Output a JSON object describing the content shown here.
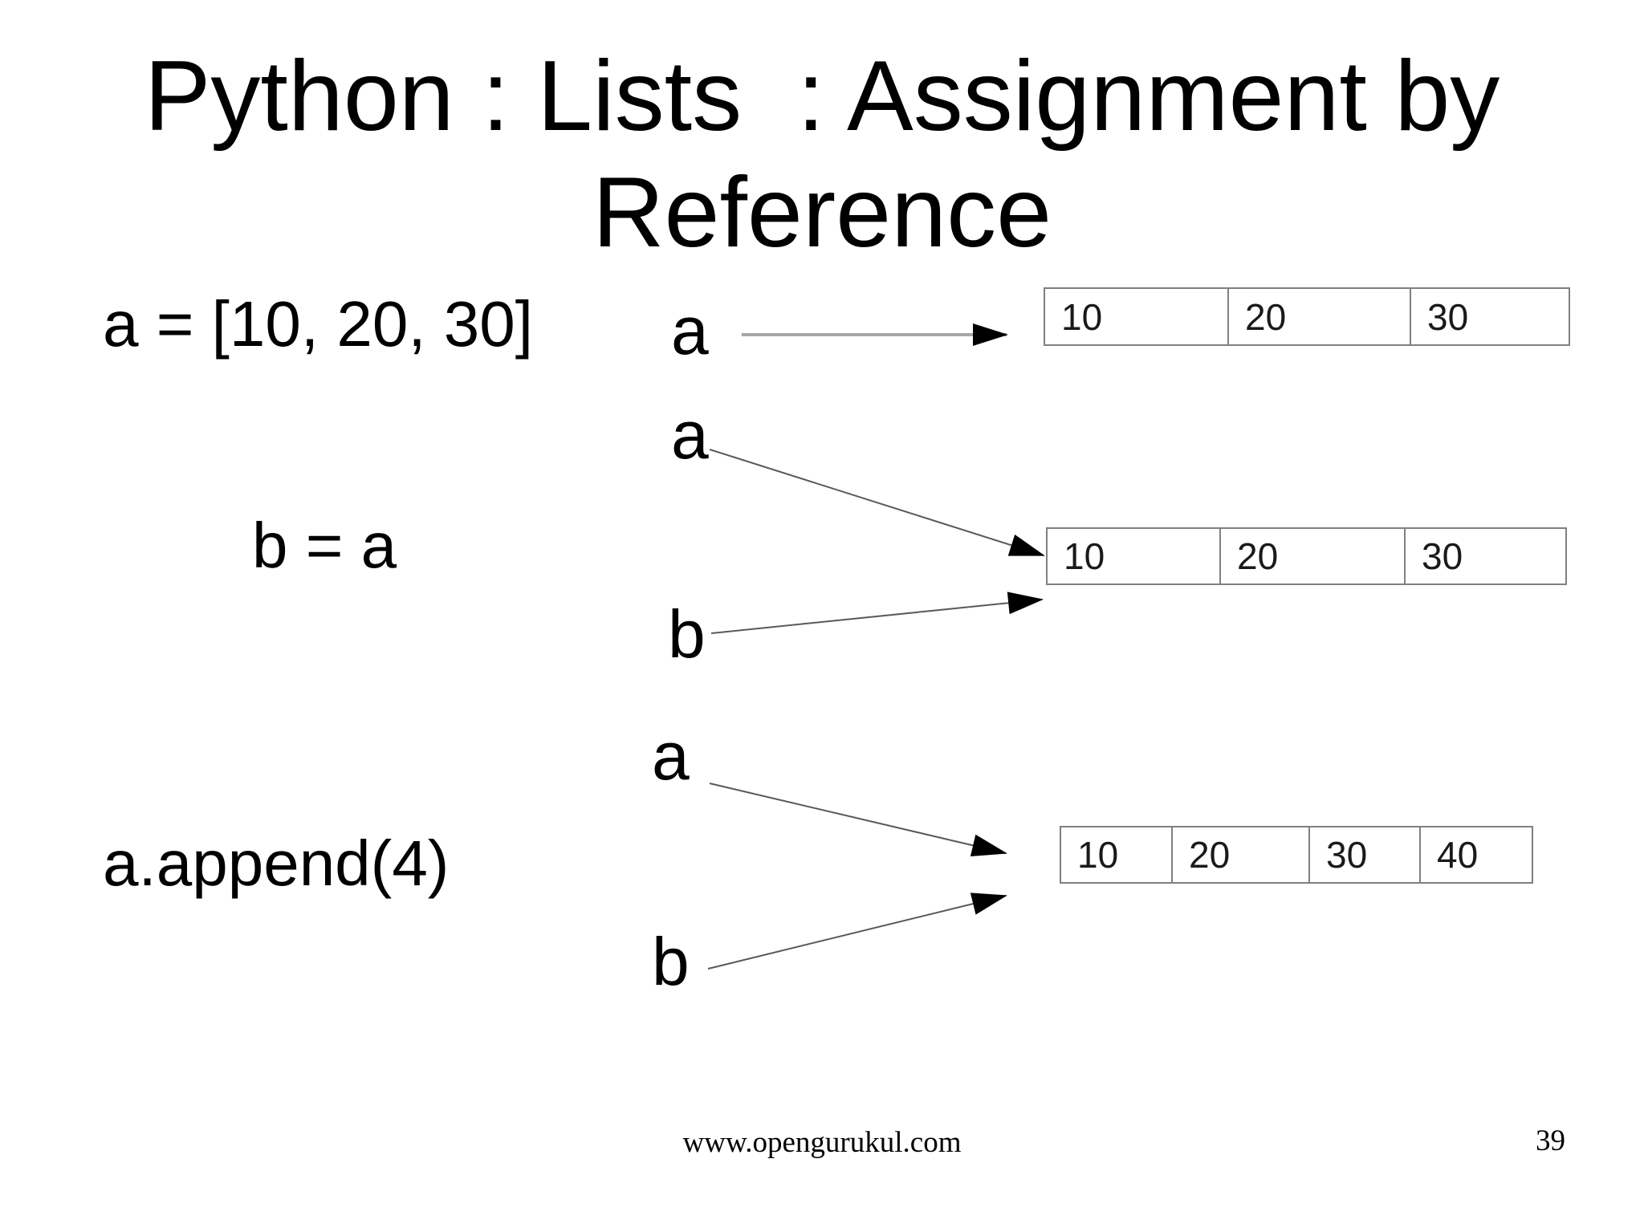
{
  "title": {
    "line1": "Python : Lists  : Assignment by",
    "line2": "Reference"
  },
  "code": {
    "assign": "a = [10, 20, 30]",
    "alias": "b = a",
    "append": "a.append(4)"
  },
  "labels": {
    "d1_a": "a",
    "d2_a": "a",
    "d2_b": "b",
    "d3_a": "a",
    "d3_b": "b"
  },
  "lists": {
    "list1": {
      "cells": [
        "10",
        "20",
        "30"
      ]
    },
    "list2": {
      "cells": [
        "10",
        "20",
        "30"
      ]
    },
    "list3": {
      "cells": [
        "10",
        "20",
        "30",
        "40"
      ]
    }
  },
  "footer": {
    "website": "www.opengurukul.com",
    "page_number": "39"
  },
  "colors": {
    "background": "#ffffff",
    "text": "#000000",
    "box_border": "#808080",
    "horizontal_arrow_line": "#a6a6a6",
    "pointer_line": "#595959",
    "arrowhead": "#000000"
  }
}
